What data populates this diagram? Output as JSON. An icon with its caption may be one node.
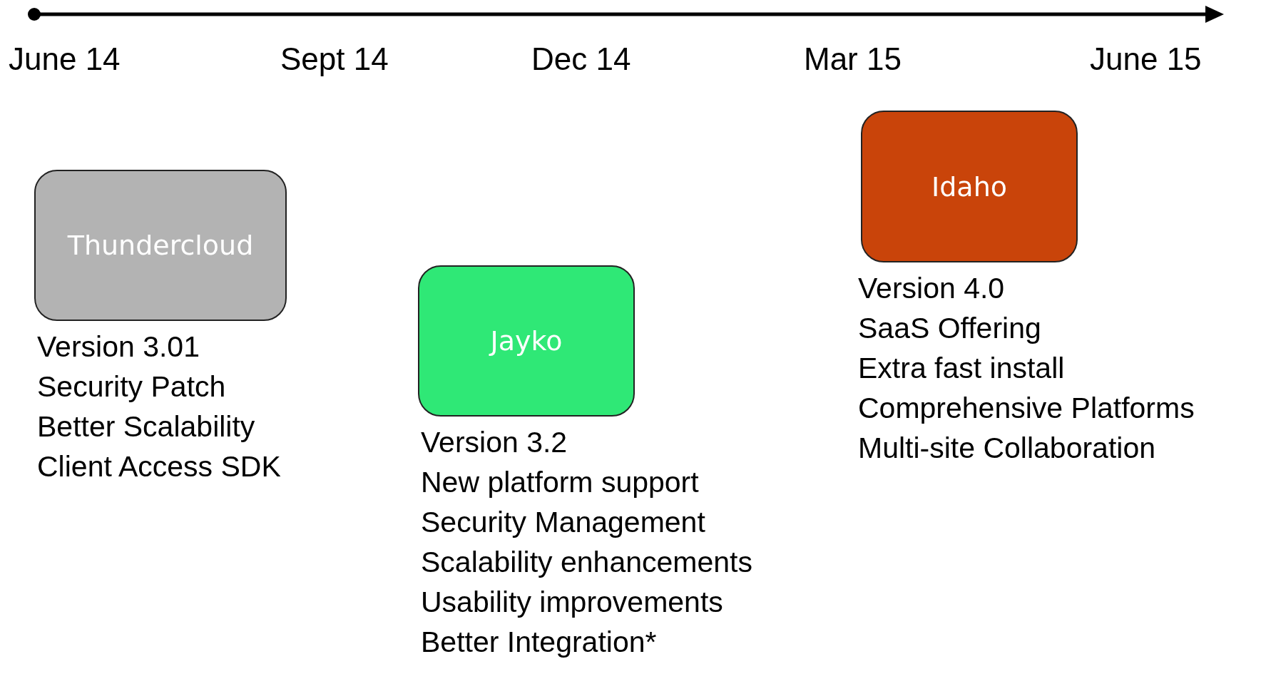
{
  "diagram": {
    "nodes": [
      {
        "text": [
          "Thundercloud"
        ],
        "beside": [
          "Version 3.01",
          "Security Patch",
          "Better Scalability",
          "Client Access SDK"
        ]
      },
      {
        "text": [
          "Jayko"
        ],
        "beside": [
          "Version 3.2",
          "New platform support",
          "Security Management",
          "Scalability enhancements",
          "Usability improvements",
          "Better Integration*"
        ]
      },
      {
        "text": [
          "Idaho"
        ],
        "beside": [
          "Version 4.0",
          "SaaS Offering",
          "Extra fast install",
          "Comprehensive Platforms",
          "Multi-site Collaboration"
        ]
      }
    ],
    "edges": [],
    "labels": [
      "June 14",
      "Sept 14",
      "Dec 14",
      "Mar 15",
      "June 15"
    ]
  }
}
